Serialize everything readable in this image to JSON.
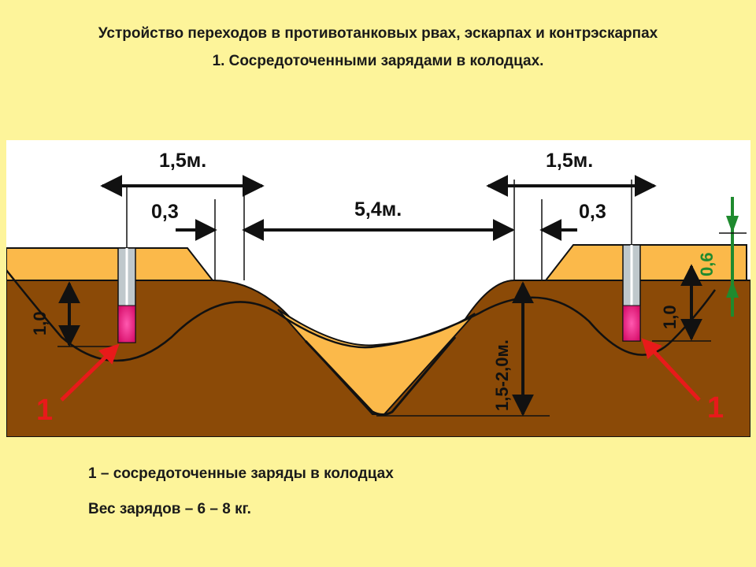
{
  "header": {
    "title": "Устройство переходов в противотанковых рвах, эскарпах и контрэскарпах",
    "subtitle": "1. Сосредоточенными зарядами в колодцах."
  },
  "diagram": {
    "labels": {
      "left_width": "1,5м.",
      "right_width": "1,5м.",
      "left_offset": "0,3",
      "right_offset": "0,3",
      "center_width": "5,4м.",
      "left_depth": "1,0",
      "right_depth": "1,0",
      "ditch_depth": "1,5-2,0м.",
      "green_depth": "0,6",
      "marker_left": "1",
      "marker_right": "1"
    },
    "colors": {
      "background": "#fdf49a",
      "soil": "#8b4a07",
      "sand": "#fbb94a",
      "charge": "#e0157a",
      "arrow_red": "#e81a1a",
      "arrow_green": "#1f8a2e"
    }
  },
  "legend": {
    "item1": "1 – сосредоточенные заряды в колодцах",
    "item2": "Вес зарядов – 6 – 8 кг."
  }
}
